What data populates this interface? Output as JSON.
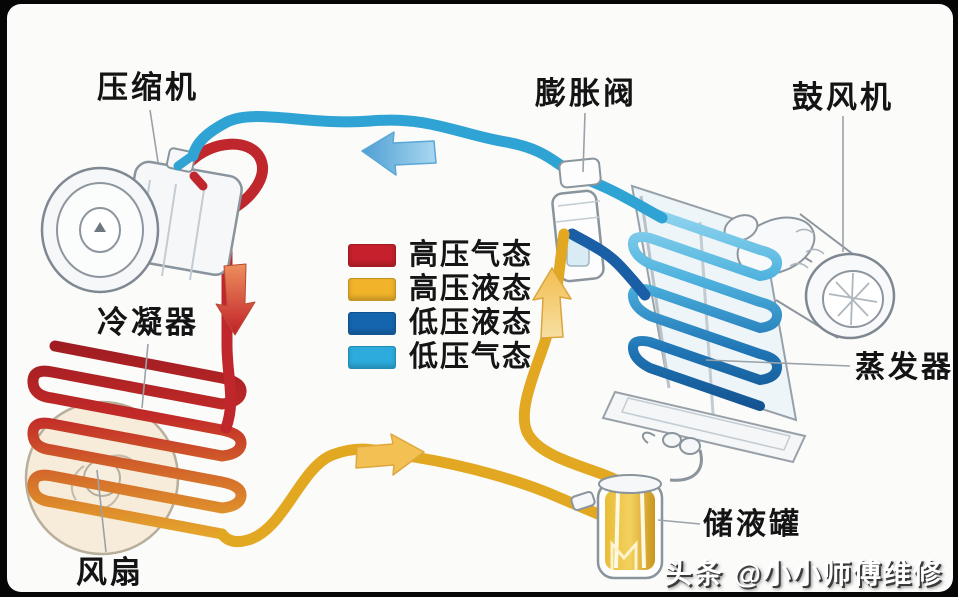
{
  "labels": {
    "compressor": "压缩机",
    "expansion_valve": "膨胀阀",
    "blower": "鼓风机",
    "condenser": "冷凝器",
    "evaporator": "蒸发器",
    "fan": "风扇",
    "receiver": "储液罐"
  },
  "legend": {
    "items": [
      {
        "label": "高压气态",
        "color": "#c5202b"
      },
      {
        "label": "高压液态",
        "color": "#f0b32a"
      },
      {
        "label": "低压液态",
        "color": "#1465ae"
      },
      {
        "label": "低压气态",
        "color": "#2cabdc"
      }
    ]
  },
  "flow_arrows": [
    {
      "name": "top-flow-arrow",
      "direction": "left",
      "color": "#5ab0e2"
    },
    {
      "name": "condenser-flow-arrow",
      "direction": "down",
      "color": "#c21f27"
    },
    {
      "name": "riser-flow-arrow",
      "direction": "up",
      "color": "#f2c45c"
    },
    {
      "name": "bottom-flow-arrow",
      "direction": "right",
      "color": "#f3c053"
    }
  ],
  "watermark": {
    "text": "头条 @小小师傅维修"
  }
}
